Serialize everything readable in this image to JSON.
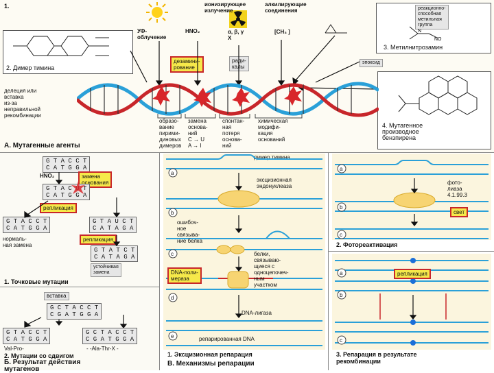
{
  "section_a": {
    "label_1": "1.",
    "uv_label": "УФ-\nоблучение",
    "hno2": "HNO₂",
    "ionizing": "ионизирующее\nизлучение",
    "radiation_types": "α, β, γ\nX",
    "alkylating": "алкилирующие\nсоединения",
    "ch3": "[CH₃  ]",
    "radicals": "ради-\nкалы",
    "deamination": "дезамини-\nрование",
    "epoxide": "эпоксид",
    "thymine_dimer": "2. Димер тимина",
    "reactive_group": "реакционно-\nспособная\nметильная\nгруппа",
    "nitrosamine": "3. Метилнитрозамин",
    "benzopyrene": "4. Мутагенное\nпроизводное\nбензпирена",
    "deletion": "делеция или\nвставка\nиз-за\nнеправильной\nрекомбинации",
    "effect_1": "образо-\nвание\nпирими-\nдиновых\nдимеров",
    "effect_2": "замена\nоснова-\nний\nC → U\nA → I",
    "effect_3": "спонтан-\nная\nпотеря\nоснова-\nний",
    "effect_4": "химическая\nмодифи-\nкация\nоснований",
    "title": "А. Мутагенные агенты"
  },
  "section_b": {
    "seq_top": "G T A C C T\nC A T G G A",
    "hno2": "HNO₂",
    "substitution": "замена\nоснования",
    "seq_mut": "G T A C U T\nC A T G G A",
    "replication": "репликация",
    "seq_normal": "G T A C C T\nC A T G G A",
    "seq_right": "G T A U C T\nC A T A G A",
    "normal_sub": "нормаль-\nная замена",
    "replication_2": "репликация",
    "seq_stable": "G T A T C T\nC A T A G A",
    "stable_sub": "устойчивая\nзамена",
    "point_mut": "1. Точковые мутации",
    "insertion": "вставка",
    "seq_ins": "G C T A C C T\nC G A T G G A",
    "seq_l": "G T A C C T\nC A T G G A",
    "seq_r": "G C T A C C T\nC G A T G G A",
    "aa_left": "Val-Pro-",
    "aa_right": "- -Ala-Thr-X -",
    "frameshift": "2. Мутации со сдвигом",
    "title": "Б. Результат действия\nмутагенов"
  },
  "section_c": {
    "thymine_dimer": "димер тимина",
    "step_a": "a",
    "step_b": "b",
    "step_c": "c",
    "step_d": "d",
    "step_e": "e",
    "excinuclease": "эксцизионная\nэндонуклеаза",
    "error_prone": "ошибоч-\nное\nсвязыва-\nние белка",
    "binding_proteins": "белки,\nсвязываю-\nщиеся с\nодноцепочеч-\nным\nучастком",
    "dna_pol": "DNA-поли-\nмераза",
    "ligase": "DNA-лигаза",
    "repaired": "репарированная DNA",
    "excision_repair": "1. Эксцизионная репарация",
    "title": "В. Механизмы репарации",
    "photolyase": "фото-\nлиаза\n4.1.99.3",
    "light": "свет",
    "photoreactivation": "2. Фотореактивация",
    "replication": "репликация",
    "recombination_repair": "3. Репарация в результате\nрекомбинации"
  },
  "colors": {
    "yellow_box": "#f6e94a",
    "dna_blue": "#2aa0d8",
    "dna_red": "#c8262a",
    "panel_bg": "#fbf5de"
  }
}
